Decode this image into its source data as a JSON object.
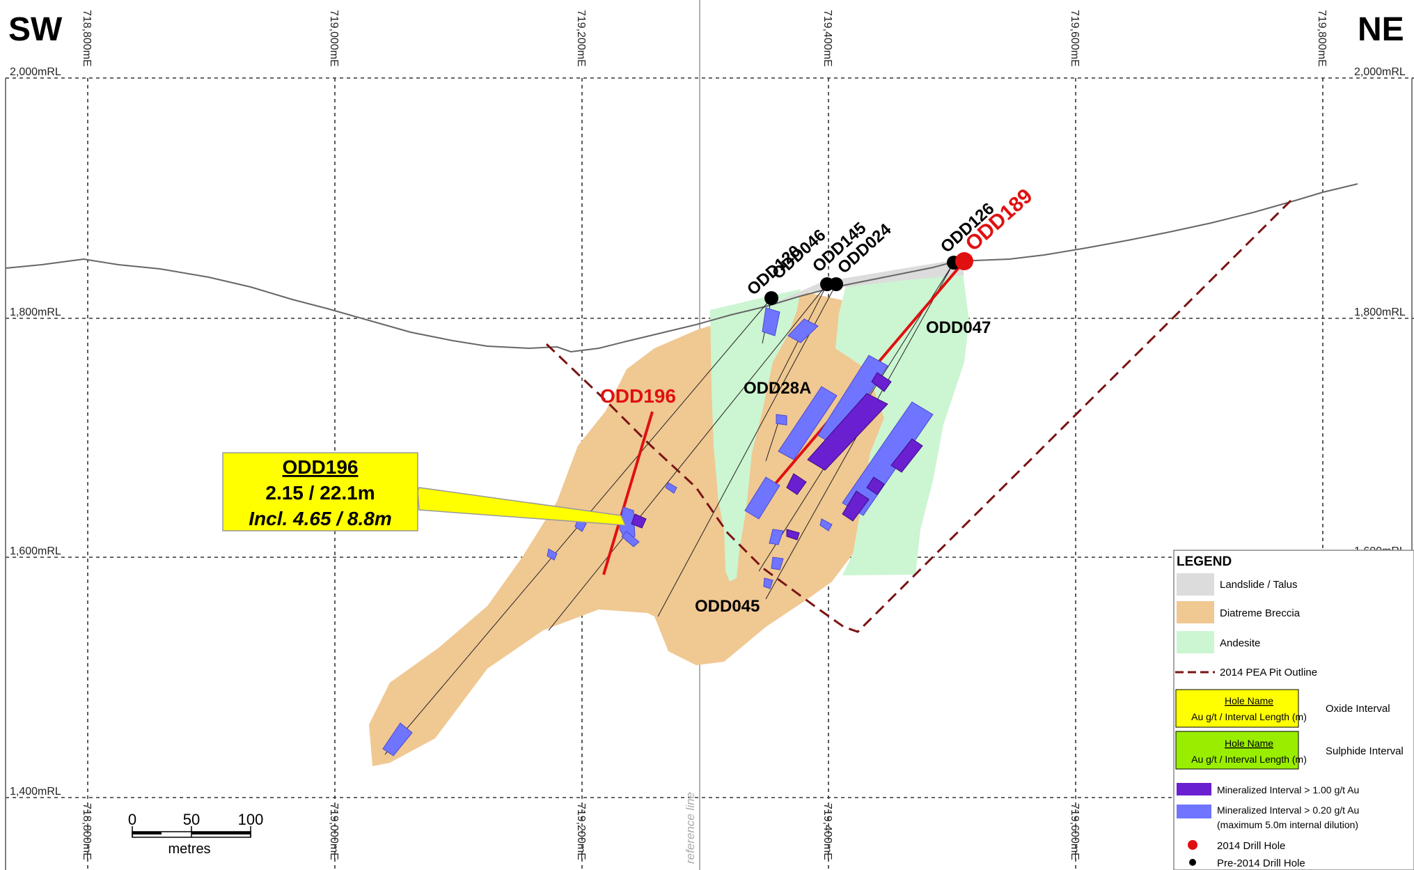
{
  "header": {
    "left_direction": "SW",
    "right_direction": "NE"
  },
  "grid": {
    "easting_labels_top": [
      "718,800mE",
      "719,000mE",
      "719,200mE",
      "719,400mE",
      "719,600mE",
      "719,800mE"
    ],
    "easting_labels_bottom": [
      "718,800mE",
      "719,000mE",
      "719,200mE",
      "719,400mE",
      "719,600mE"
    ],
    "rl_labels_left": [
      "2,000mRL",
      "1,800mRL",
      "1,600mRL",
      "1,400mRL"
    ],
    "rl_labels_right": [
      "2,000mRL",
      "1,800mRL",
      "1,600mRL"
    ]
  },
  "reference_line_label": "reference line",
  "drill_holes": {
    "pre_2014": [
      "ODD120",
      "ODD046",
      "ODD145",
      "ODD024",
      "ODD126",
      "ODD047",
      "ODD28A",
      "ODD045"
    ],
    "hole_2014": [
      "ODD189",
      "ODD196"
    ]
  },
  "callout": {
    "hole": "ODD196",
    "interval": "2.15 / 22.1m",
    "including": "Incl. 4.65 / 8.8m"
  },
  "scale_bar": {
    "ticks": [
      "0",
      "50",
      "100"
    ],
    "unit": "metres"
  },
  "legend": {
    "title": "LEGEND",
    "landslide": "Landslide / Talus",
    "breccia": "Diatreme Breccia",
    "andesite": "Andesite",
    "pit": "2014 PEA Pit Outline",
    "oxide_box_title": "Hole Name",
    "oxide_box_sub": "Au g/t / Interval Length (m)",
    "oxide_label": "Oxide Interval",
    "sulphide_box_title": "Hole Name",
    "sulphide_box_sub": "Au g/t / Interval Length (m)",
    "sulphide_label": "Sulphide Interval",
    "min_high": "Mineralized Interval > 1.00 g/t Au",
    "min_low": "Mineralized Interval > 0.20 g/t Au",
    "min_low_note": "(maximum 5.0m internal dilution)",
    "drill_2014": "2014 Drill Hole",
    "drill_pre": "Pre-2014 Drill Hole"
  },
  "colors": {
    "breccia": "#f0c892",
    "andesite": "#ccf5d2",
    "landslide": "#dcdcdc",
    "pit": "#7a1414",
    "new_hole": "#e01010",
    "min_high": "#6a1fd0",
    "min_low": "#6f75ff",
    "oxide": "#ffff00",
    "sulphide": "#99ee00"
  }
}
